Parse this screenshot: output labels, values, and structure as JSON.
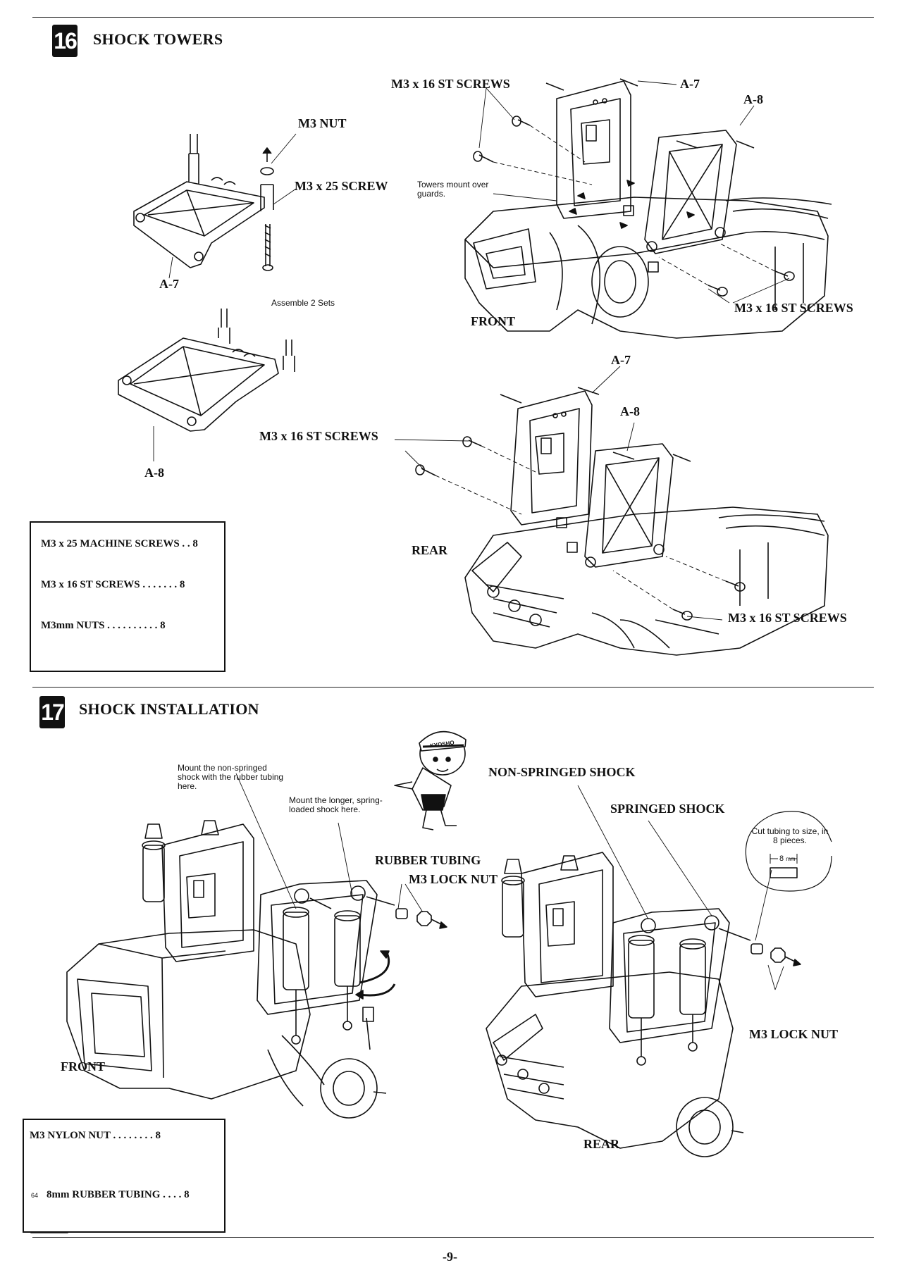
{
  "step16": {
    "number": "16",
    "title": "SHOCK TOWERS",
    "labels": {
      "m3_nut": "M3 NUT",
      "m3x25_screw": "M3 x 25 SCREW",
      "a7_left": "A-7",
      "assemble": "Assemble 2 Sets",
      "a8_left": "A-8",
      "m3x16_mid": "M3 x 16 ST SCREWS",
      "top_screws": "M3 x 16 ST SCREWS",
      "a7_top": "A-7",
      "a8_top": "A-8",
      "towers_note": "Towers mount over guards.",
      "front": "FRONT",
      "front_screws": "M3 x 16 ST SCREWS",
      "a7_rear": "A-7",
      "a8_rear": "A-8",
      "rear": "REAR",
      "rear_screws": "M3 x 16 ST SCREWS"
    },
    "parts": [
      {
        "name": "M3 x 25 MACHINE SCREWS . . 8"
      },
      {
        "name": "M3 x 16 ST SCREWS . . . . . . . 8"
      },
      {
        "name": "M3mm  NUTS  . . . . . . . . . . 8"
      }
    ]
  },
  "step17": {
    "number": "17",
    "title": "SHOCK INSTALLATION",
    "labels": {
      "note_nonspringed": "Mount the non-springed shock with the rubber tubing here.",
      "note_longer": "Mount the longer, spring-loaded shock here.",
      "non_springed": "NON-SPRINGED SHOCK",
      "springed": "SPRINGED SHOCK",
      "rubber_tubing": "RUBBER TUBING",
      "lock_nut_top": "M3 LOCK NUT",
      "cut_tubing": "Cut tubing to size, in 8 pieces.",
      "mm": "8",
      "mm_unit": "mm",
      "front": "FRONT",
      "rear": "REAR",
      "lock_nut_right": "M3 LOCK NUT",
      "mascot_cap": "KYOSHO"
    },
    "parts": [
      {
        "name": "M3 NYLON NUT . . . . . . . . 8"
      },
      {
        "num": "64",
        "name": "8mm RUBBER TUBING . . . . 8"
      }
    ]
  },
  "page_number": "-9-"
}
